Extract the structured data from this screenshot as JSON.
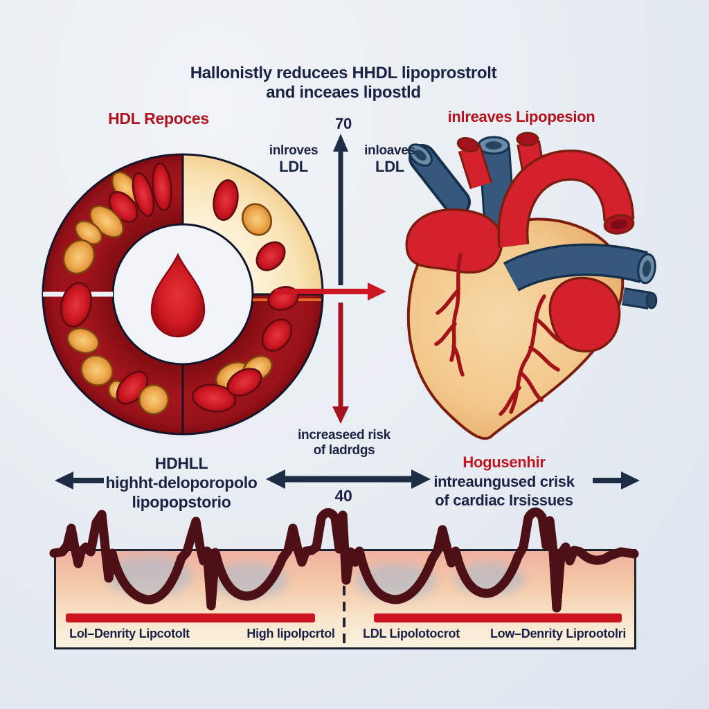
{
  "title": {
    "line1": "Hallonistly reducees HHDL lipoprostrolt",
    "line2": "and inceaes lipostld"
  },
  "left_panel": {
    "heading": "HDL Repoces",
    "increase_label_line1": "inlroves",
    "increase_label_line2": "LDL"
  },
  "right_panel": {
    "heading": "inlreaves Lipopesion",
    "increase_label_line1": "inloaves",
    "increase_label_line2": "LDL"
  },
  "axis": {
    "top_value": "70",
    "down_caption_line1": "increaseed risk",
    "down_caption_line2": "of ladrdgs"
  },
  "mid_row": {
    "left": {
      "line1": "HDHLL",
      "line2": "highht-deloporopolo",
      "line3": "lipopopstorio"
    },
    "center_value": "40",
    "right": {
      "heading": "Hogusenhir",
      "line1": "intreaungused crisk",
      "line2": "of cardiac Irsissues"
    }
  },
  "bottom_band": {
    "labels": [
      "Lol–Denrity Lipcotolt",
      "High lipolpcrtol",
      "LDL Lipolotocrot",
      "Low–Denrity Liprootolri"
    ]
  },
  "colors": {
    "navy_text": "#1b2344",
    "red_text": "#b1121d",
    "ring_maroon": "#8e1016",
    "cream_quadrant": "#f8e7c0",
    "rbc_red": "#cc1722",
    "lipid_orange": "#eeab52",
    "heart_red": "#d3222e",
    "vessel_blue": "#35587c",
    "ecg_red": "#d31b24",
    "band_cream": "#f9ead2",
    "bar_red": "#cc1520"
  }
}
